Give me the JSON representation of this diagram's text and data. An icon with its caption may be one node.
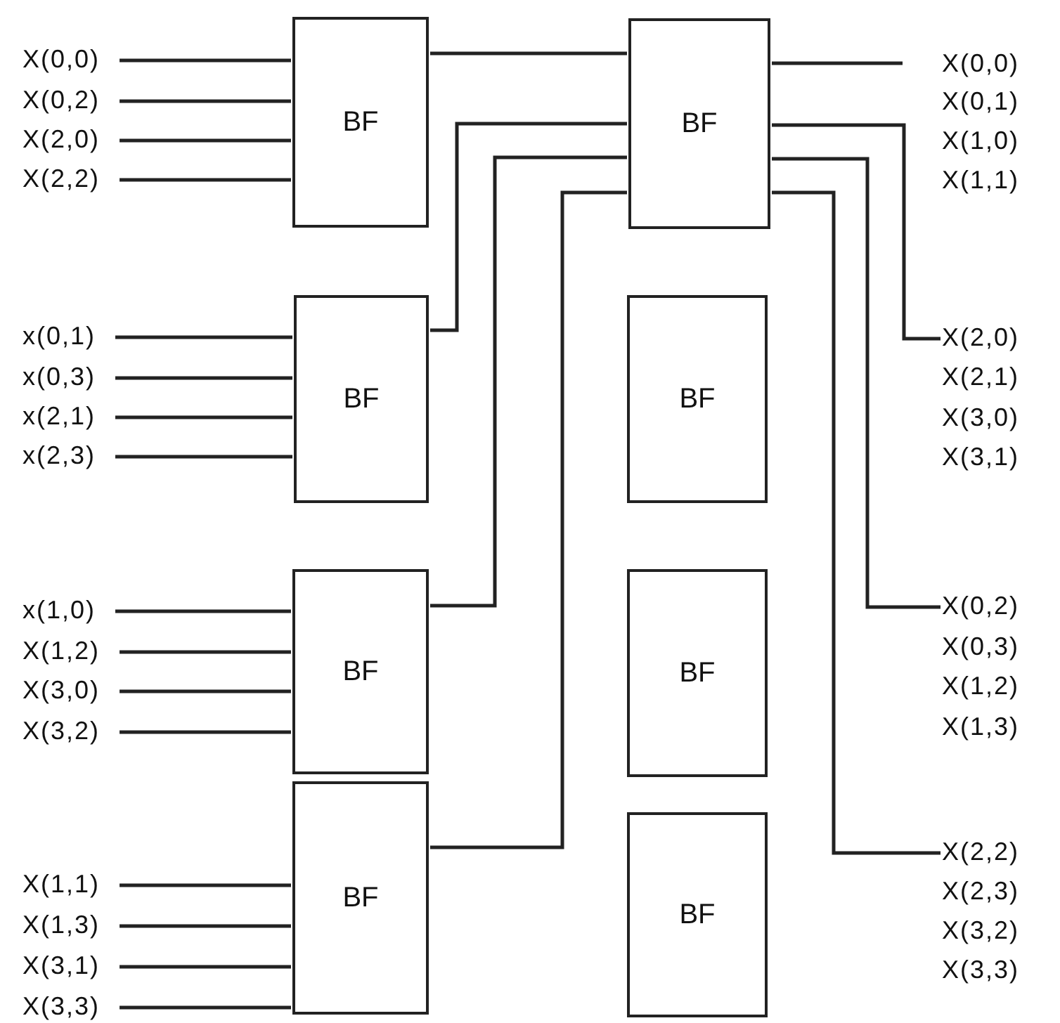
{
  "diagram": {
    "nodes": [
      {
        "text": [
          "X(0,0)"
        ]
      },
      {
        "text": [
          "X(0,2)"
        ]
      },
      {
        "text": [
          "X(2,0)"
        ]
      },
      {
        "text": [
          "X(2,2)"
        ]
      },
      {
        "text": [
          "x(0,1)"
        ]
      },
      {
        "text": [
          "x(0,3)"
        ]
      },
      {
        "text": [
          "x(2,1)"
        ]
      },
      {
        "text": [
          "x(2,3)"
        ]
      },
      {
        "text": [
          "x(1,0)"
        ]
      },
      {
        "text": [
          "X(1,2)"
        ]
      },
      {
        "text": [
          "X(3,0)"
        ]
      },
      {
        "text": [
          "X(3,2)"
        ]
      },
      {
        "text": [
          "X(1,1)"
        ]
      },
      {
        "text": [
          "X(1,3)"
        ]
      },
      {
        "text": [
          "X(3,1)"
        ]
      },
      {
        "text": [
          "X(3,3)"
        ]
      },
      {
        "text": [
          "BF"
        ]
      },
      {
        "text": [
          "BF"
        ]
      },
      {
        "text": [
          "BF"
        ]
      },
      {
        "text": [
          "BF"
        ]
      },
      {
        "text": [
          "BF"
        ]
      },
      {
        "text": [
          "BF"
        ]
      },
      {
        "text": [
          "BF"
        ]
      },
      {
        "text": [
          "BF"
        ]
      },
      {
        "text": [
          "X(0,0)"
        ]
      },
      {
        "text": [
          "X(2,0)"
        ]
      },
      {
        "text": [
          "X(0,2)"
        ]
      },
      {
        "text": [
          "X(2,2)"
        ]
      }
    ],
    "edges": [
      {
        "from": 0,
        "to": 16,
        "arrow": "none"
      },
      {
        "from": 1,
        "to": 16,
        "arrow": "none"
      },
      {
        "from": 2,
        "to": 16,
        "arrow": "none"
      },
      {
        "from": 3,
        "to": 16,
        "arrow": "none"
      },
      {
        "from": 4,
        "to": 17,
        "arrow": "none"
      },
      {
        "from": 5,
        "to": 17,
        "arrow": "none"
      },
      {
        "from": 6,
        "to": 17,
        "arrow": "none"
      },
      {
        "from": 7,
        "to": 17,
        "arrow": "none"
      },
      {
        "from": 8,
        "to": 18,
        "arrow": "none"
      },
      {
        "from": 9,
        "to": 18,
        "arrow": "none"
      },
      {
        "from": 10,
        "to": 18,
        "arrow": "none"
      },
      {
        "from": 11,
        "to": 18,
        "arrow": "none"
      },
      {
        "from": 12,
        "to": 19,
        "arrow": "none"
      },
      {
        "from": 13,
        "to": 19,
        "arrow": "none"
      },
      {
        "from": 14,
        "to": 19,
        "arrow": "none"
      },
      {
        "from": 15,
        "to": 19,
        "arrow": "none"
      },
      {
        "from": 16,
        "to": 20,
        "arrow": "none"
      },
      {
        "from": 17,
        "to": 20,
        "arrow": "none"
      },
      {
        "from": 18,
        "to": 20,
        "arrow": "none"
      },
      {
        "from": 19,
        "to": 20,
        "arrow": "none"
      },
      {
        "from": 20,
        "to": 24,
        "arrow": "none"
      },
      {
        "from": 20,
        "to": 25,
        "arrow": "none"
      },
      {
        "from": 20,
        "to": 26,
        "arrow": "none"
      },
      {
        "from": 20,
        "to": 27,
        "arrow": "none"
      }
    ],
    "labels": [
      "X(0,1)",
      "X(1,0)",
      "X(1,1)",
      "X(2,1)",
      "X(3,0)",
      "X(3,1)",
      "X(0,3)",
      "X(1,2)",
      "X(1,3)",
      "X(2,3)",
      "X(3,2)",
      "X(3,3)"
    ]
  }
}
